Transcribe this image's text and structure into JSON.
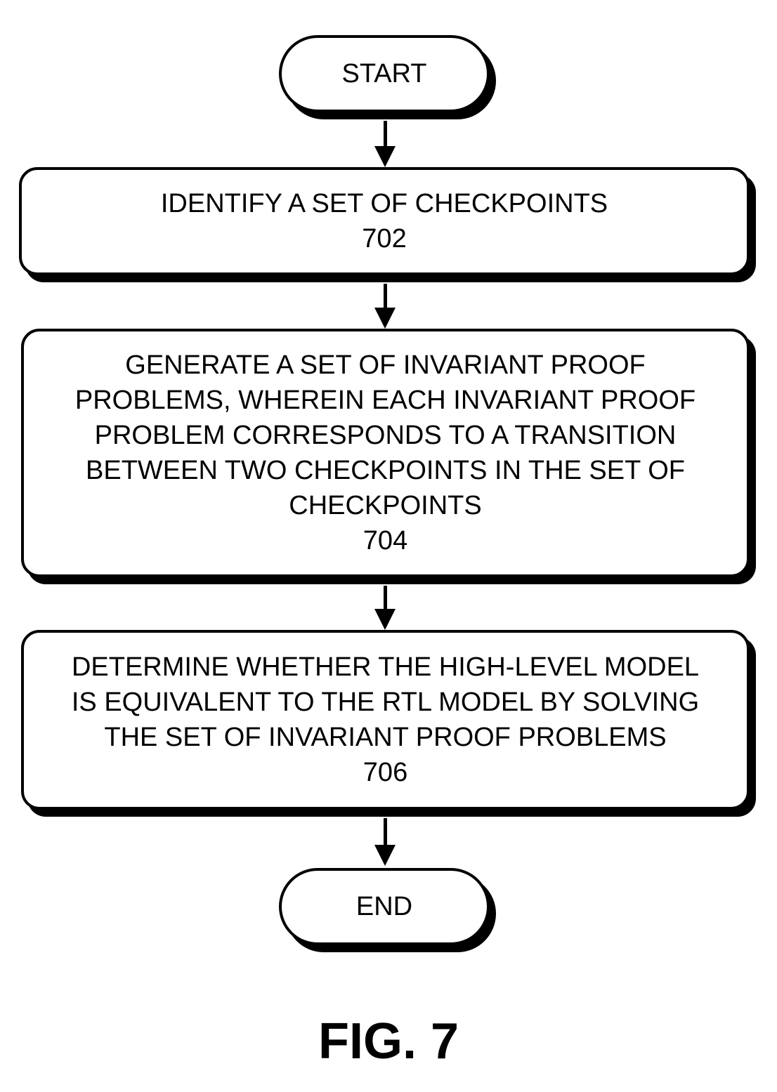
{
  "flowchart": {
    "start": {
      "label": "START"
    },
    "steps": [
      {
        "text": "IDENTIFY A SET OF CHECKPOINTS",
        "number": "702"
      },
      {
        "text": "GENERATE A SET OF INVARIANT PROOF\nPROBLEMS, WHEREIN EACH INVARIANT PROOF\nPROBLEM CORRESPONDS TO A TRANSITION\nBETWEEN TWO CHECKPOINTS IN THE SET OF\nCHECKPOINTS",
        "number": "704"
      },
      {
        "text": "DETERMINE WHETHER THE HIGH-LEVEL MODEL\nIS EQUIVALENT TO THE RTL MODEL BY SOLVING\nTHE SET OF INVARIANT PROOF PROBLEMS",
        "number": "706"
      }
    ],
    "end": {
      "label": "END"
    },
    "connectors": [
      {
        "from": "START",
        "to": "702",
        "icon": "arrow-down-icon"
      },
      {
        "from": "702",
        "to": "704",
        "icon": "arrow-down-icon"
      },
      {
        "from": "704",
        "to": "706",
        "icon": "arrow-down-icon"
      },
      {
        "from": "706",
        "to": "END",
        "icon": "arrow-down-icon"
      }
    ]
  },
  "figure": {
    "label": "FIG. 7"
  },
  "colors": {
    "stroke": "#000000",
    "fill": "#ffffff",
    "shadow": "#000000"
  }
}
